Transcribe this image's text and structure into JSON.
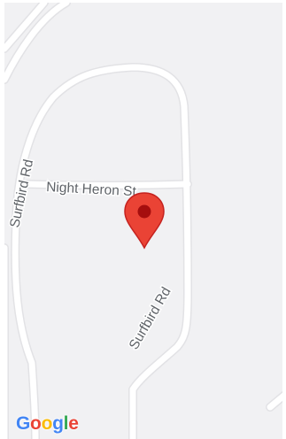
{
  "map": {
    "background_color": "#f1f1f3",
    "road_color": "#ffffff",
    "road_outline_color": "#e2e2e5",
    "streets": {
      "night_heron": "Night Heron St",
      "surfbird_left": "Surfbird Rd",
      "surfbird_right": "Surfbird Rd"
    },
    "marker": {
      "icon": "map-pin-icon",
      "color": "#ea4335",
      "dot_color": "#a50e0e"
    }
  },
  "attribution": {
    "logo_text": "Google",
    "logo_letters": [
      {
        "char": "G",
        "color": "#4285f4"
      },
      {
        "char": "o",
        "color": "#ea4335"
      },
      {
        "char": "o",
        "color": "#fbbc05"
      },
      {
        "char": "g",
        "color": "#4285f4"
      },
      {
        "char": "l",
        "color": "#34a853"
      },
      {
        "char": "e",
        "color": "#ea4335"
      }
    ]
  }
}
